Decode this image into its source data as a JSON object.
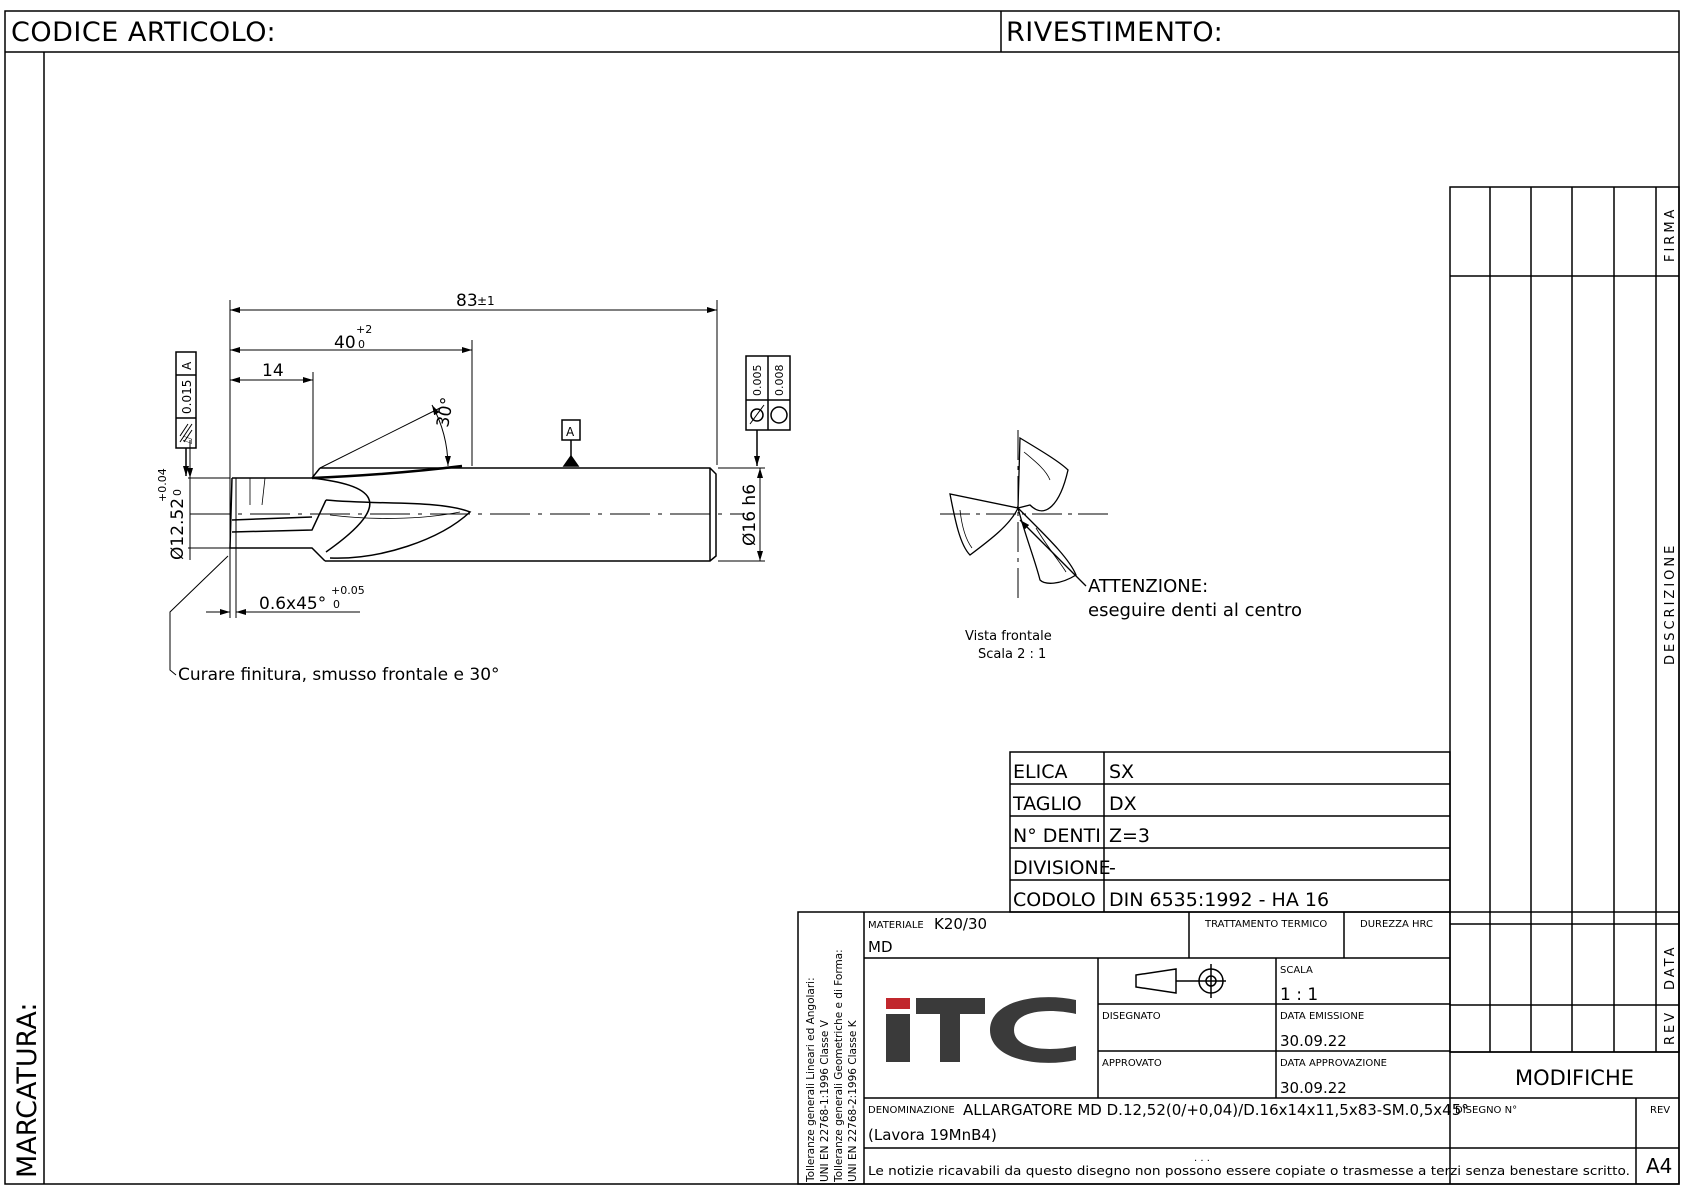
{
  "header": {
    "codice_articolo": "CODICE ARTICOLO:",
    "rivestimento": "RIVESTIMENTO:"
  },
  "side_label": "MARCATURA:",
  "dimensions": {
    "overall_length": "83",
    "overall_tol": "±1",
    "flute_length": "40",
    "flute_tol_upper": "+2",
    "flute_tol_lower": "0",
    "step_length": "14",
    "angle": "30°",
    "step_diameter": "Ø12.52",
    "step_tol_upper": "+0.04",
    "step_tol_lower": "0",
    "shank_diameter": "Ø16 h6",
    "chamfer": "0.6x45°",
    "chamfer_tol_upper": "+0.05",
    "chamfer_tol_lower": "0"
  },
  "gdt": {
    "runout_value": "0.015",
    "runout_datum": "A",
    "cylindricity_value": "0.005",
    "circularity_value": "0.008",
    "datum_label": "A"
  },
  "notes": {
    "finish_note": "Curare finitura, smusso frontale e 30°",
    "attention_title": "ATTENZIONE:",
    "attention_text": "eseguire denti al centro",
    "view_label": "Vista frontale",
    "view_scale": "Scala 2 : 1"
  },
  "spec_table": [
    {
      "label": "ELICA",
      "value": "SX"
    },
    {
      "label": "TAGLIO",
      "value": "DX"
    },
    {
      "label": "N° DENTI",
      "value": "Z=3"
    },
    {
      "label": "DIVISIONE",
      "value": "-"
    },
    {
      "label": "CODOLO",
      "value": "DIN 6535:1992 - HA 16"
    }
  ],
  "title_block": {
    "tolerance_lines": [
      "Tolleranze generali Lineari ed Angolari:",
      "UNI EN 22768-1:1996 Classe V",
      "Tolleranze generali Geometriche e di Forma:",
      "UNI EN 22768-2:1996 Classe K"
    ],
    "materiale_label": "MATERIALE",
    "materiale_value": "K20/30",
    "materiale_value2": "MD",
    "trattamento_label": "TRATTAMENTO TERMICO",
    "durezza_label": "DUREZZA HRC",
    "scala_label": "SCALA",
    "scala_value": "1 : 1",
    "disegnato_label": "DISEGNATO",
    "data_emissione_label": "DATA EMISSIONE",
    "data_emissione_value": "30.09.22",
    "approvato_label": "APPROVATO",
    "data_approvazione_label": "DATA APPROVAZIONE",
    "data_approvazione_value": "30.09.22",
    "logo_text": "ITC",
    "denominazione_label": "DENOMINAZIONE",
    "denominazione_value": "ALLARGATORE MD D.12,52(0/+0,04)/D.16x14x11,5x83-SM.0,5x45°",
    "denominazione_value2": "(Lavora 19MnB4)",
    "disegno_label": "DISEGNO N°",
    "rev_label": "REV",
    "footer_note": "Le notizie ricavabili da questo disegno non possono essere copiate o trasmesse a terzi senza benestare scritto.",
    "format": "A4",
    "ellipsis": ". . ."
  },
  "revision_block": {
    "firma_label": "FIRMA",
    "descrizione_label": "DESCRIZIONE",
    "data_label": "DATA",
    "rev_label": "REV",
    "modifiche_label": "MODIFICHE"
  },
  "colors": {
    "line": "#000000",
    "logo_accent": "#c1272d",
    "logo_dark": "#3a3a3a"
  }
}
